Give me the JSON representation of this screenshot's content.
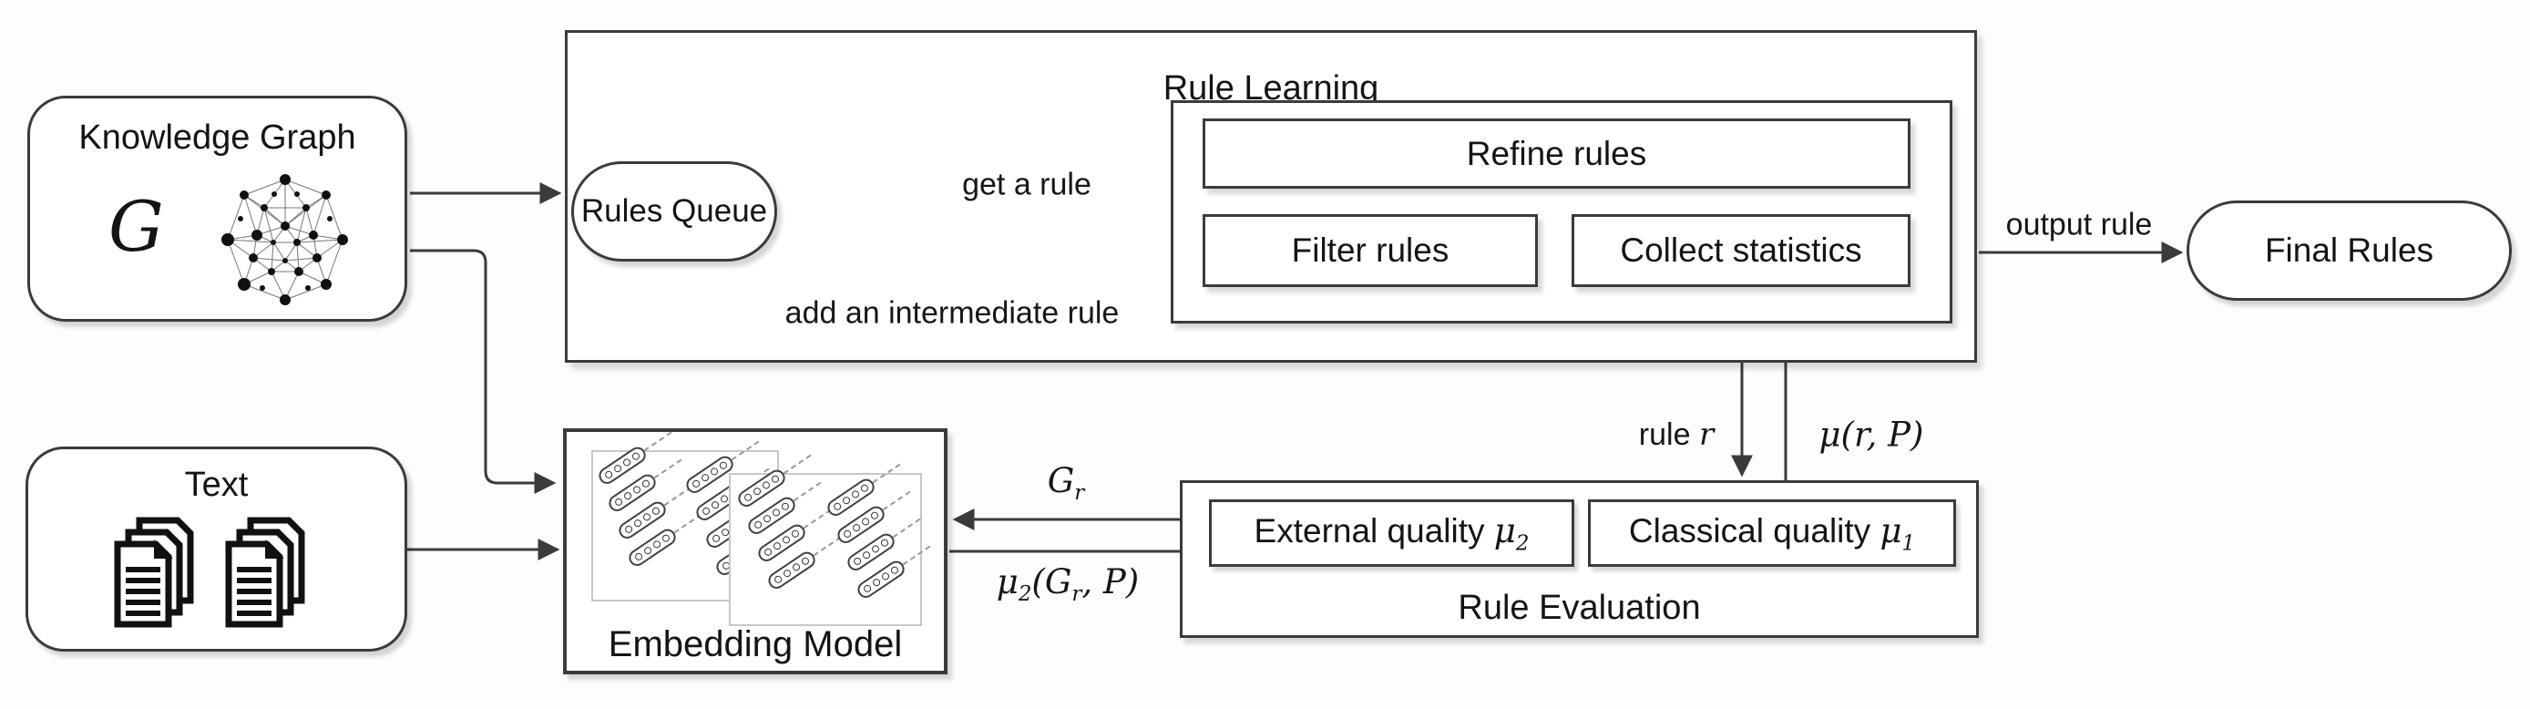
{
  "figure": {
    "type": "flow-diagram",
    "background": "#fdfdfd",
    "line_color": "#3b3b3b",
    "text_color": "#141414",
    "panel_border_color": "#c7c7c7",
    "icons": {
      "knowledge_graph_icon": "network-graph",
      "text_icon": "document-stack",
      "embedding_icon": "embedding-vector-chips"
    }
  },
  "knowledge_graph": {
    "title": "Knowledge Graph",
    "symbol_parts": [
      {
        "v": "G",
        "m": true
      }
    ]
  },
  "text_source": {
    "title": "Text"
  },
  "rule_learning": {
    "title": "Rule Learning"
  },
  "rules_queue": {
    "label": "Rules Queue"
  },
  "refine_rules": {
    "label": "Refine rules"
  },
  "filter_rules": {
    "label": "Filter rules"
  },
  "collect_statistics": {
    "label": "Collect statistics"
  },
  "final_rules": {
    "label": "Final Rules"
  },
  "embedding_model": {
    "label": "Embedding Model"
  },
  "rule_evaluation": {
    "title": "Rule Evaluation",
    "external_quality_parts": [
      {
        "v": "External quality "
      },
      {
        "v": "μ",
        "m": true
      },
      {
        "v": "2",
        "m": true,
        "s": true
      }
    ],
    "classical_quality_parts": [
      {
        "v": "Classical quality "
      },
      {
        "v": "μ",
        "m": true
      },
      {
        "v": "1",
        "m": true,
        "s": true
      }
    ]
  },
  "edges": {
    "get_a_rule": {
      "label": "get a rule"
    },
    "add_intermediate_rule": {
      "label": "add an intermediate rule"
    },
    "output_rule": {
      "label": "output rule"
    },
    "rule_r_parts": [
      {
        "v": "rule "
      },
      {
        "v": "r",
        "m": true
      }
    ],
    "mu_r_P_parts": [
      {
        "v": "μ(r, P)",
        "m": true
      }
    ],
    "G_r_parts": [
      {
        "v": "G",
        "m": true
      },
      {
        "v": "r",
        "m": true,
        "s": true
      }
    ],
    "mu2_Gr_P_parts": [
      {
        "v": "μ",
        "m": true
      },
      {
        "v": "2",
        "m": true,
        "s": true
      },
      {
        "v": "(G",
        "m": true
      },
      {
        "v": "r",
        "m": true,
        "s": true
      },
      {
        "v": ", P)",
        "m": true
      }
    ]
  }
}
